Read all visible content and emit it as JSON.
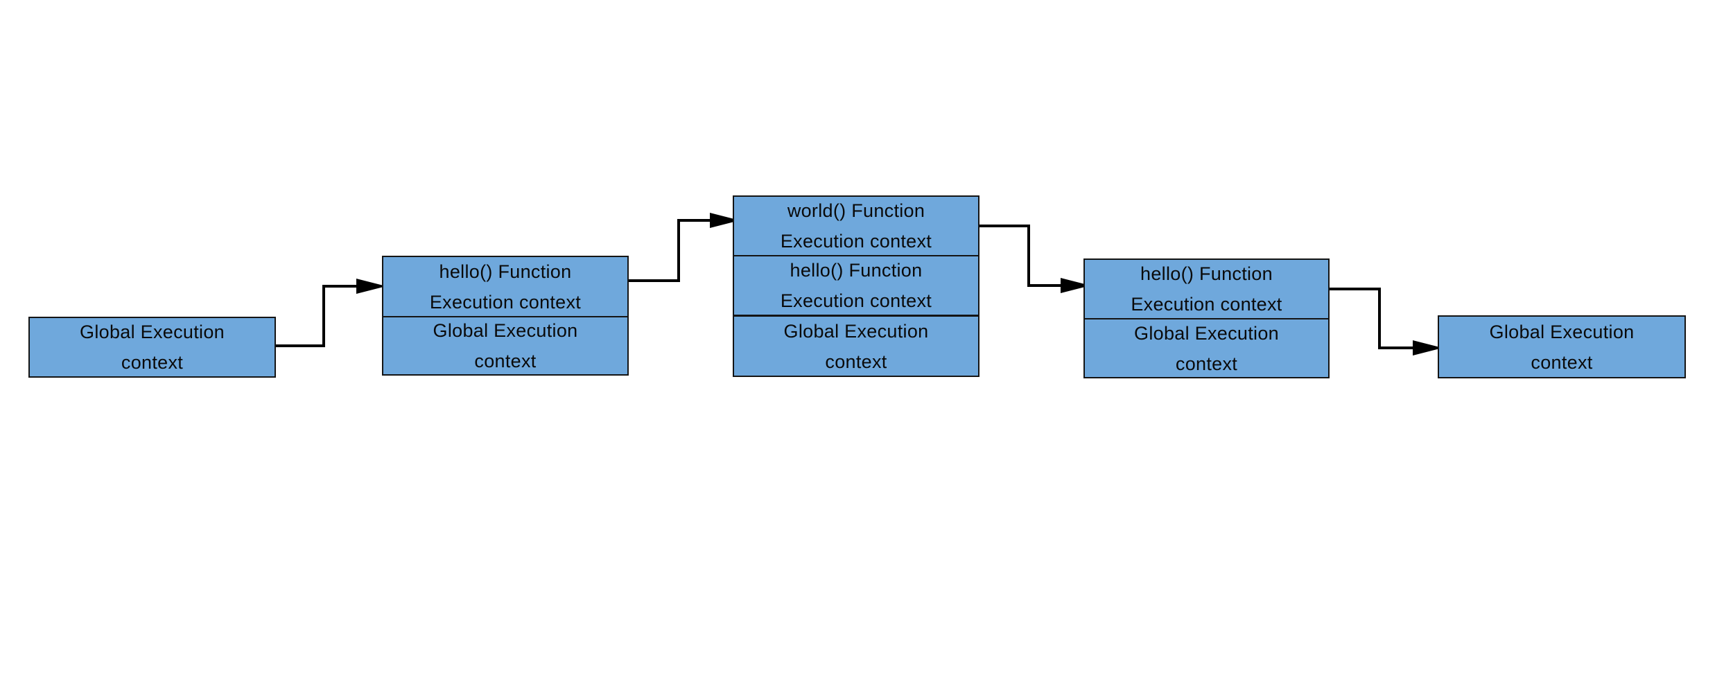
{
  "diagram": {
    "colors": {
      "box_fill": "#6fa8dc",
      "box_border": "#141414",
      "arrow": "#000000",
      "text": "#0a0a0a",
      "background": "#ffffff"
    },
    "stages": [
      {
        "cells": [
          {
            "line1": "Global Execution",
            "line2": "context"
          }
        ]
      },
      {
        "cells": [
          {
            "line1": "hello() Function",
            "line2": "Execution context"
          },
          {
            "line1": "Global Execution",
            "line2": "context"
          }
        ]
      },
      {
        "cells": [
          {
            "line1": "world() Function",
            "line2": "Execution context"
          },
          {
            "line1": "hello() Function",
            "line2": "Execution context"
          },
          {
            "line1": "Global Execution",
            "line2": "context"
          }
        ]
      },
      {
        "cells": [
          {
            "line1": "hello() Function",
            "line2": "Execution context"
          },
          {
            "line1": "Global Execution",
            "line2": "context"
          }
        ]
      },
      {
        "cells": [
          {
            "line1": "Global Execution",
            "line2": "context"
          }
        ]
      }
    ]
  }
}
